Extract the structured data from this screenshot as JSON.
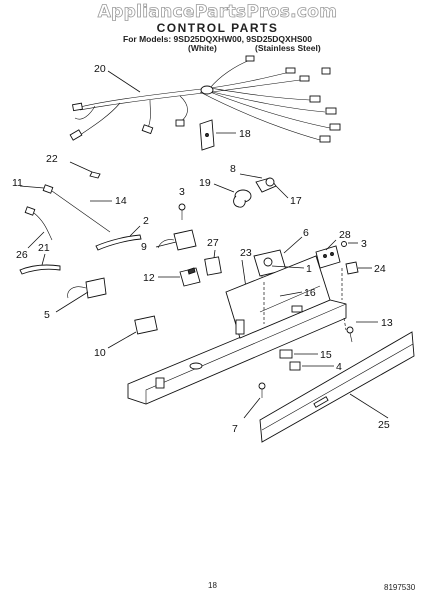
{
  "header": {
    "watermark": "AppliancePartsPros.com",
    "title": "CONTROL PARTS",
    "models": "For Models: 9SD25DQXHW00, 9SD25DQXHS00",
    "variant_white": "(White)",
    "variant_steel": "(Stainless Steel)"
  },
  "callouts": {
    "c1": "1",
    "c2": "2",
    "c3a": "3",
    "c3b": "3",
    "c4": "4",
    "c5": "5",
    "c6": "6",
    "c7": "7",
    "c8": "8",
    "c9": "9",
    "c10": "10",
    "c11": "11",
    "c12": "12",
    "c13": "13",
    "c14": "14",
    "c15": "15",
    "c16": "16",
    "c17": "17",
    "c18": "18",
    "c19": "19",
    "c20": "20",
    "c21": "21",
    "c22": "22",
    "c23": "23",
    "c24": "24",
    "c25": "25",
    "c26": "26",
    "c27": "27",
    "c28": "28"
  },
  "footer": {
    "page_number": "18",
    "doc_number": "8197530"
  }
}
